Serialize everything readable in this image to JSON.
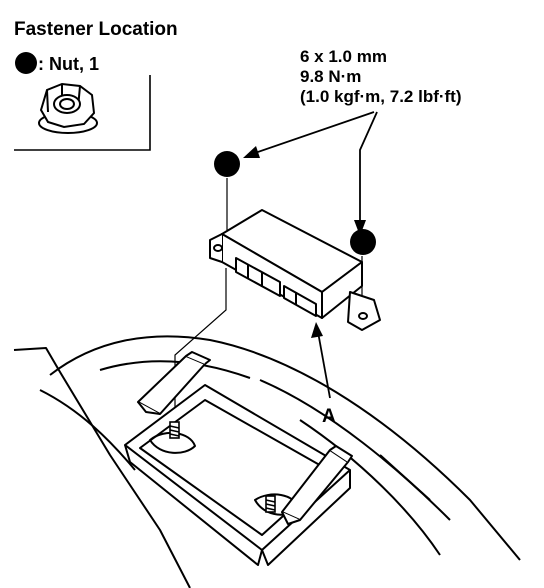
{
  "legend": {
    "title": "Fastener Location",
    "nut_label": ": Nut, 1",
    "nut_icon": "hex-nut-icon",
    "bullet_icon": "filled-circle-icon"
  },
  "torque": {
    "size": "6 x 1.0 mm",
    "value_nm": "9.8 N·m",
    "value_alt": "(1.0 kgf·m, 7.2 lbf·ft)"
  },
  "callouts": {
    "part_a": "A"
  },
  "colors": {
    "ink": "#000000",
    "paper": "#ffffff"
  }
}
